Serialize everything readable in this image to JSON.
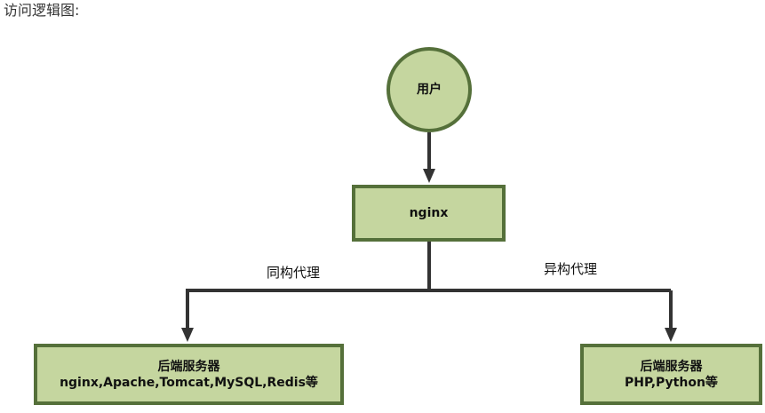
{
  "caption": "访问逻辑图:",
  "nodes": {
    "user": "用户",
    "nginx": "nginx",
    "backend_left": {
      "title": "后端服务器",
      "detail": "nginx,Apache,Tomcat,MySQL,Redis等"
    },
    "backend_right": {
      "title": "后端服务器",
      "detail": "PHP,Python等"
    }
  },
  "edges": {
    "same_proxy": "同构代理",
    "diff_proxy": "异构代理"
  },
  "colors": {
    "node_fill": "#c5d69f",
    "node_border": "#55703a",
    "edge": "#333333"
  }
}
